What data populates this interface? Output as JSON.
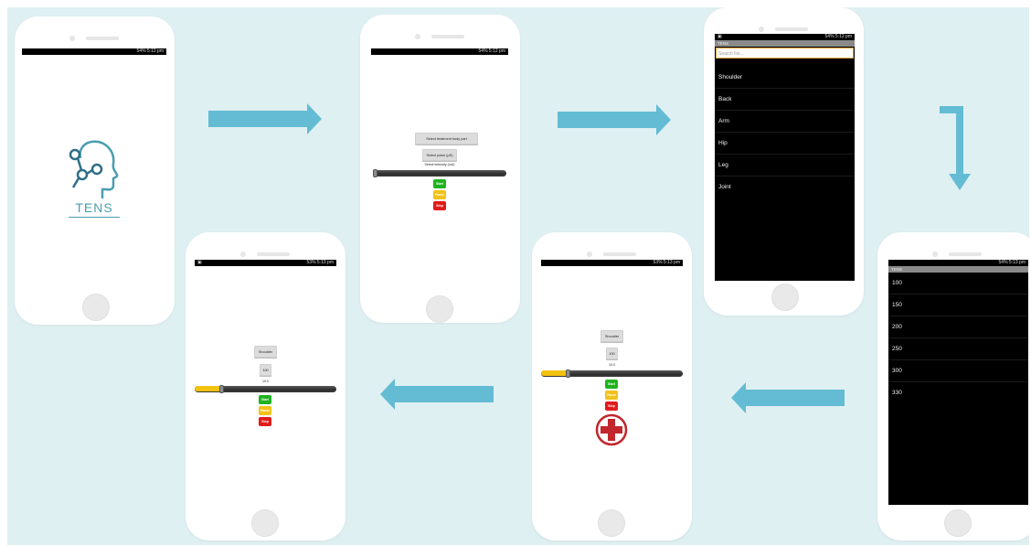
{
  "colors": {
    "background": "#dff0f3",
    "arrow": "#63bcd3",
    "start": "#1fb31f",
    "pause": "#f1c21b",
    "stop": "#e11b1b",
    "slider_fill": "#f3c20e",
    "search_border": "#e8a035",
    "logo": "#4a9db0"
  },
  "status_bars": {
    "s1": "54% 5:12 pm",
    "s2": "54% 5:12 pm",
    "s3": "54% 5:12 pm",
    "s4": "54% 5:13 pm",
    "s5": "53% 5:13 pm",
    "s6": "53% 5:13 pm"
  },
  "screen1": {
    "logo_text": "TENS"
  },
  "screen2": {
    "body_part_button": "Select treatment body part",
    "pulse_button": "Select pulse (µS)",
    "intensity_label": "Select intensity (mA)",
    "start": "Start",
    "pause": "Pause",
    "stop": "Stop",
    "slider_level": 0
  },
  "screen3": {
    "title": "TENS",
    "search_placeholder": "Search list...",
    "items": [
      "Shoulder",
      "Back",
      "Arm",
      "Hip",
      "Leg",
      "Joint"
    ]
  },
  "screen4": {
    "title": "TENS",
    "items": [
      "100",
      "150",
      "200",
      "250",
      "300",
      "330"
    ]
  },
  "screen5": {
    "body_part": "Shoulder",
    "pulse": "100",
    "intensity_value": "10.0",
    "start": "Start",
    "pause": "Pause",
    "stop": "Stop",
    "slider_level": 0.2,
    "icon": "red-cross-icon"
  },
  "screen6": {
    "body_part": "Shoulder",
    "pulse": "100",
    "intensity_value": "10.0",
    "start": "Start",
    "pause": "Pause",
    "stop": "Stop",
    "slider_level": 0.2
  },
  "arrows": [
    "right",
    "right",
    "down",
    "left",
    "left"
  ]
}
